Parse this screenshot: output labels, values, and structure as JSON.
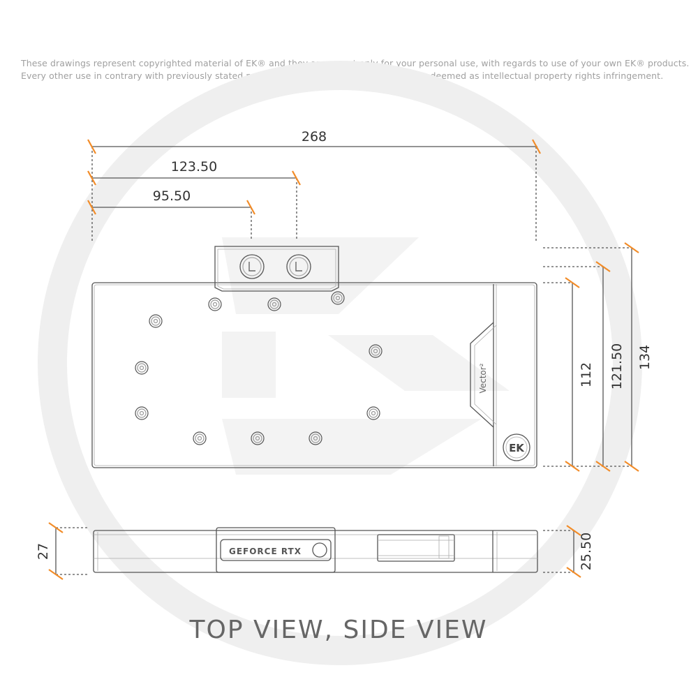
{
  "copyright": {
    "line1": "These drawings represent copyrighted material of EK® and they are meant only for your personal use, with regards to use of your own EK® products.",
    "line2": "Every other use in contrary with previously stated personal and non commercial use will be deemed as intellectual property rights infringement."
  },
  "dimensions": {
    "width_total": "268",
    "width_port2": "123.50",
    "width_port1": "95.50",
    "height_main": "112",
    "height_mid": "121.50",
    "height_total": "134",
    "side_thickness": "27",
    "side_block": "25.50"
  },
  "labels": {
    "vector": "Vector²",
    "geforce": "GEFORCE RTX",
    "view_title": "TOP VIEW, SIDE VIEW"
  },
  "colors": {
    "accent": "#f28c28",
    "line": "#555555",
    "watermark": "#efefef"
  }
}
